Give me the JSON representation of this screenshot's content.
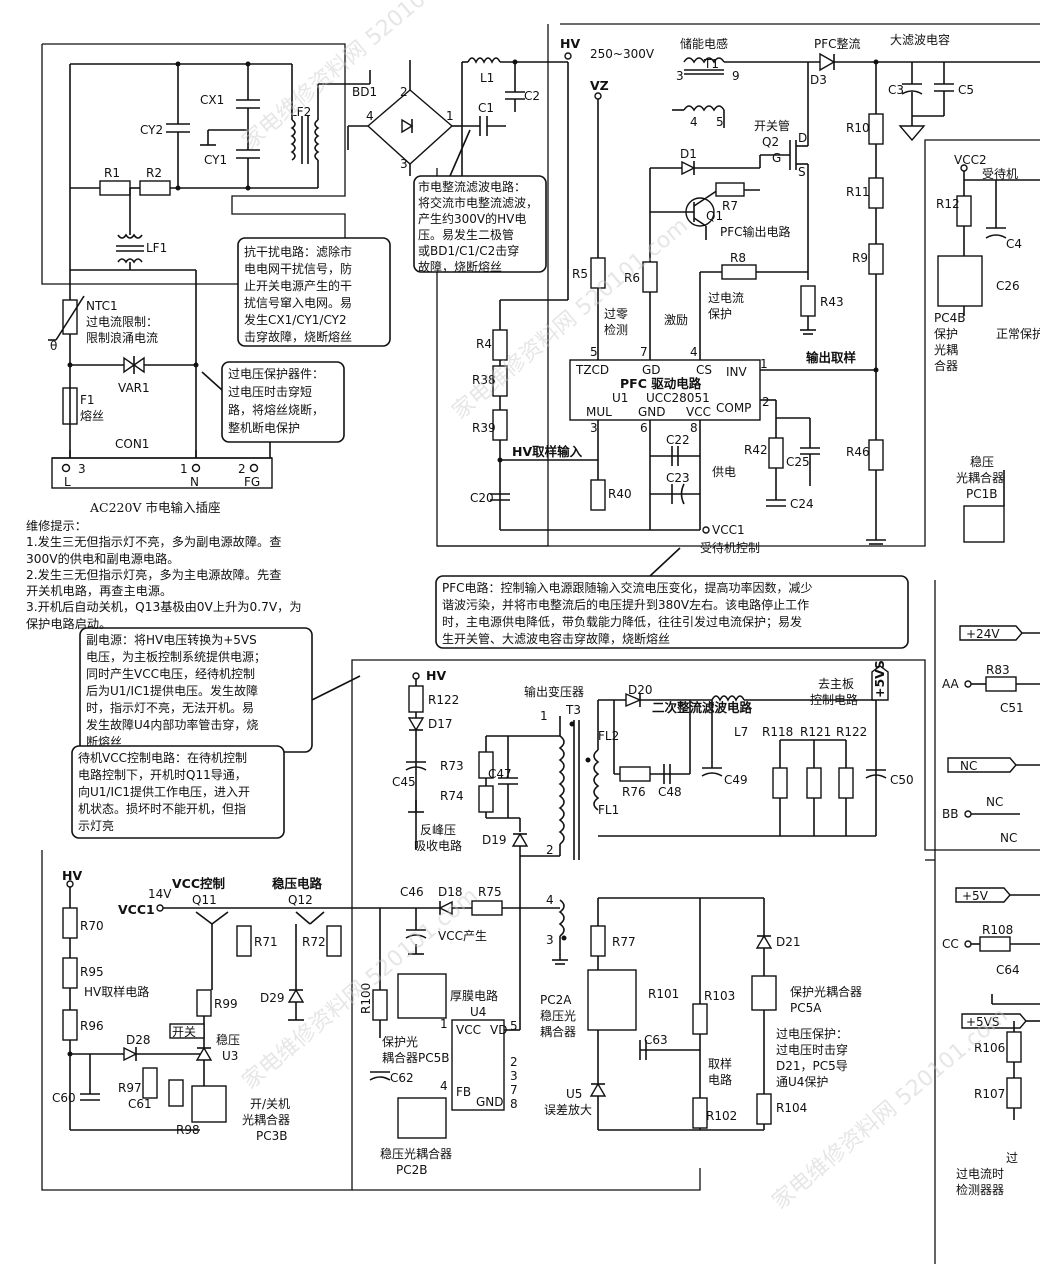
{
  "inlet": {
    "caption": "AC220V 市电输入插座",
    "pin_l_no": "3",
    "pin_l": "L",
    "pin_n_no": "1",
    "pin_n": "N",
    "pin_fg_no": "2",
    "pin_fg": "FG",
    "con_label": "CON1"
  },
  "emi": {
    "cx1": "CX1",
    "cy1": "CY1",
    "cy2": "CY2",
    "lf2": "LF2",
    "r1": "R1",
    "r2": "R2",
    "lf1": "LF1",
    "ntc1": "NTC1",
    "ntc_desc1": "过电流限制：",
    "ntc_desc2": "限制浪涌电流",
    "theta": "θ",
    "var1": "VAR1",
    "f1": "F1",
    "f1_desc": "熔丝"
  },
  "callouts": {
    "anti_interference": [
      "抗干扰电路：滤除市",
      "电电网干扰信号，防",
      "止开关电源产生的干",
      "扰信号窜入电网。易",
      "发生CX1/CY1/CY2",
      "击穿故障，烧断熔丝"
    ],
    "overvoltage": [
      "过电压保护器件：",
      "过电压时击穿短",
      "路，将熔丝烧断，",
      "整机断电保护"
    ],
    "rectifier": [
      "市电整流滤波电路：",
      "将交流市电整流滤波，",
      "产生约300V的HV电",
      "压。易发生二极管",
      "或BD1/C1/C2击穿",
      "故障，烧断熔丝"
    ],
    "pfc": [
      "PFC电路：控制输入电源跟随输入交流电压变化，提高功率因数，减少",
      "谐波污染，并将市电整流后的电压提升到380V左右。该电路停止工作",
      "时，主电源供电降低，带负载能力降低，往往引发过电流保护；易发",
      "生开关管、大滤波电容击穿故障，烧断熔丝"
    ],
    "aux": [
      "副电源：将HV电压转换为+5VS",
      "电压，为主板控制系统提供电源；",
      "同时产生VCC电压，经待机控制",
      "后为U1/IC1提供电压。发生故障",
      "时，指示灯不亮，无法开机。易",
      "发生故障U4内部功率管击穿，烧",
      "断熔丝"
    ],
    "standby": [
      "待机VCC控制电路：在待机控制",
      "电路控制下，开机时Q11导通，",
      "向U1/IC1提供工作电压，进入开",
      "机状态。损坏时不能开机，但指",
      "示灯亮"
    ]
  },
  "repair_tips": [
    "维修提示：",
    "1.发生三无但指示灯不亮，多为副电源故障。查",
    "300V的供电和副电源电路。",
    "2.发生三无但指示灯亮，多为主电源故障。先查",
    "开关机电路，再查主电源。",
    "3.开机后自动关机，Q13基极由0V上升为0.7V，为",
    "保护电路启动。"
  ],
  "pfc_block": {
    "bd1": "BD1",
    "bd_p4": "4",
    "bd_p2": "2",
    "bd_p1": "1",
    "bd_p3": "3",
    "l1": "L1",
    "c1": "C1",
    "c2": "C2",
    "hv": "HV",
    "hv_range": "250~300V",
    "inductor_title": "储能电感",
    "t1": "T1",
    "t1_p3": "3",
    "t1_p9": "9",
    "t1_p4": "4",
    "t1_p5": "5",
    "vz": "VZ",
    "pfc_rect": "PFC整流",
    "d3": "D3",
    "big_cap": "大滤波电容",
    "c3": "C3",
    "c5": "C5",
    "switch_title": "开关管",
    "q2": "Q2",
    "d_pin": "D",
    "g_pin": "G",
    "s_pin": "S",
    "d1": "D1",
    "q1": "Q1",
    "r7": "R7",
    "pfc_out": "PFC输出电路",
    "r5": "R5",
    "r6": "R6",
    "r8": "R8",
    "r43": "R43",
    "r10": "R10",
    "r11": "R11",
    "r9": "R9",
    "r46": "R46",
    "r4": "R4",
    "r38": "R38",
    "r39": "R39",
    "r40": "R40",
    "r42": "R42",
    "c20": "C20",
    "c22": "C22",
    "c23": "C23",
    "c24": "C24",
    "c25": "C25",
    "zero_cross1": "过零",
    "zero_cross2": "检测",
    "excite": "激励",
    "oc1": "过电流",
    "oc2": "保护",
    "out_sample": "输出取样",
    "hv_sample": "HV取样输入",
    "supply": "供电",
    "vcc1": "VCC1",
    "standby_ctrl": "受待机控制",
    "u1_title": "PFC 驱动电路",
    "u1": "U1",
    "u1_part": "UCC28051",
    "pin_tzcd": "TZCD",
    "pin_gd": "GD",
    "pin_cs": "CS",
    "pin_inv": "INV",
    "pin_mul": "MUL",
    "pin_gnd": "GND",
    "pin_vcc": "VCC",
    "pin_comp": "COMP",
    "n5": "5",
    "n7": "7",
    "n4": "4",
    "n1": "1",
    "n3": "3",
    "n6": "6",
    "n8": "8",
    "n2": "2"
  },
  "right_top": {
    "vcc2": "VCC2",
    "standby": "受待机",
    "r12": "R12",
    "c4": "C4",
    "c26": "C26",
    "pc4b": "PC4B",
    "pc4b_d1": "保护",
    "pc4b_d2": "光耦",
    "pc4b_d3": "合器",
    "normal_prot": "正常保护",
    "pc1b_d1": "稳压",
    "pc1b_d2": "光耦合器",
    "pc1b": "PC1B"
  },
  "aux_block": {
    "hv": "HV",
    "r122a": "R122",
    "d17": "D17",
    "c45": "C45",
    "r73": "R73",
    "r74": "R74",
    "c47": "C47",
    "d19": "D19",
    "snubber1": "反峰压",
    "snubber2": "吸收电路",
    "xfmr_title": "输出变压器",
    "t3": "T3",
    "p1": "1",
    "p2": "2",
    "p4": "4",
    "p3": "3",
    "fl2": "FL2",
    "fl1": "FL1",
    "d20": "D20",
    "r76": "R76",
    "c48": "C48",
    "sec_title": "二次整流滤波电路",
    "l7": "L7",
    "c49": "C49",
    "r118": "R118",
    "r121": "R121",
    "r122b": "R122",
    "c50": "C50",
    "to_main1": "去主板",
    "to_main2": "控制电路",
    "plus5vs": "+5VS",
    "c46": "C46",
    "d18": "D18",
    "r75": "R75",
    "vcc_gen": "VCC产生",
    "r100": "R100",
    "thick1": "厚膜电路",
    "u4": "U4",
    "pc5b1": "保护光",
    "pc5b2": "耦合器PC5B",
    "c62": "C62",
    "u4_vcc": "VCC",
    "u4_vd": "VD",
    "u4_fb": "FB",
    "u4_gnd": "GND",
    "u4_p1": "1",
    "u4_p5": "5",
    "u4_p4": "4",
    "u4_p2": "2",
    "u4_p3": "3",
    "u4_p7": "7",
    "u4_p8": "8",
    "pc2b1": "稳压光耦合器",
    "pc2b": "PC2B",
    "r77": "R77",
    "r101": "R101",
    "r103": "R103",
    "d21": "D21",
    "pc5a1": "保护光耦合器",
    "pc5a": "PC5A",
    "pc2a": "PC2A",
    "pc2a1": "稳压光",
    "pc2a2": "耦合器",
    "c63": "C63",
    "sample1": "取样",
    "sample2": "电路",
    "u5": "U5",
    "err_amp": "误差放大",
    "r102": "R102",
    "r104": "R104",
    "ovp1": "过电压保护：",
    "ovp2": "过电压时击穿",
    "ovp3": "D21，PC5导",
    "ovp4": "通U4保护"
  },
  "standby_block": {
    "hv": "HV",
    "r70": "R70",
    "r95": "R95",
    "hv_sample": "HV取样电路",
    "r96": "R96",
    "v14": "14V",
    "vcc_ctrl": "VCC控制",
    "vcc1": "VCC1",
    "q11": "Q11",
    "reg": "稳压电路",
    "q12": "Q12",
    "r71": "R71",
    "r72": "R72",
    "d29": "D29",
    "r99": "R99",
    "onoff": "开关",
    "reg2": "稳压",
    "u3": "U3",
    "d28": "D28",
    "c60": "C60",
    "r97": "R97",
    "c61": "C61",
    "r98": "R98",
    "pc3b1": "开/关机",
    "pc3b2": "光耦合器",
    "pc3b": "PC3B"
  },
  "right_bottom": {
    "v24": "+24V",
    "aa": "AA",
    "r83": "R83",
    "c51": "C51",
    "nc_box": "NC",
    "bb": "BB",
    "nc_a": "NC",
    "nc_b": "NC",
    "v5": "+5V",
    "cc": "CC",
    "r108": "R108",
    "c64": "C64",
    "v5vs": "+5VS",
    "r106": "R106",
    "r107": "R107",
    "oc_det0": "过",
    "oc_det1": "过电流时",
    "oc_det2": "检测器器"
  },
  "watermark": "家电维修资料网 520101.com"
}
